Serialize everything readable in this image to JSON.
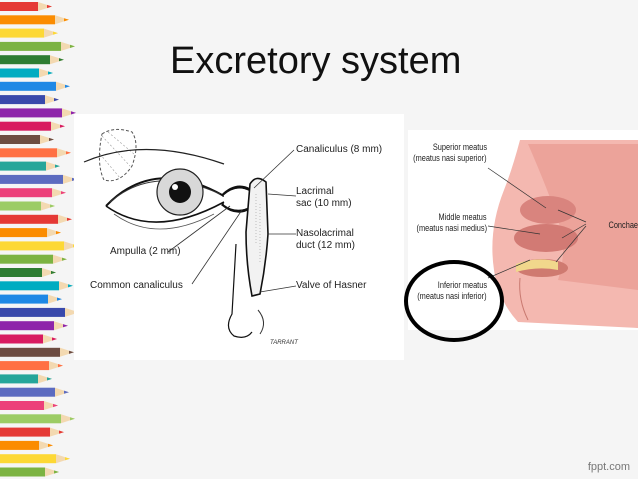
{
  "slide": {
    "title": "Excretory system",
    "watermark": "fppt.com"
  },
  "left_diagram": {
    "labels": {
      "canaliculus": "Canaliculus (8 mm)",
      "lacrimal_sac_1": "Lacrimal",
      "lacrimal_sac_2": "sac (10 mm)",
      "nasolacrimal_1": "Nasolacrimal",
      "nasolacrimal_2": "duct (12 mm)",
      "ampulla": "Ampulla (2 mm)",
      "common_canaliculus": "Common canaliculus",
      "valve": "Valve of Hasner"
    },
    "signature": "TARRANT"
  },
  "right_diagram": {
    "labels": {
      "superior_1": "Superior meatus",
      "superior_2": "(meatus nasi superior)",
      "middle_1": "Middle meatus",
      "middle_2": "(meatus nasi medius)",
      "inferior_1": "Inferior meatus",
      "inferior_2": "(meatus nasi inferior)",
      "conchae": "Conchae"
    }
  },
  "colors": {
    "background": "#f5f5f5",
    "highlight_circle": "#000000",
    "nasal_tissue": "#f0a9a1"
  }
}
